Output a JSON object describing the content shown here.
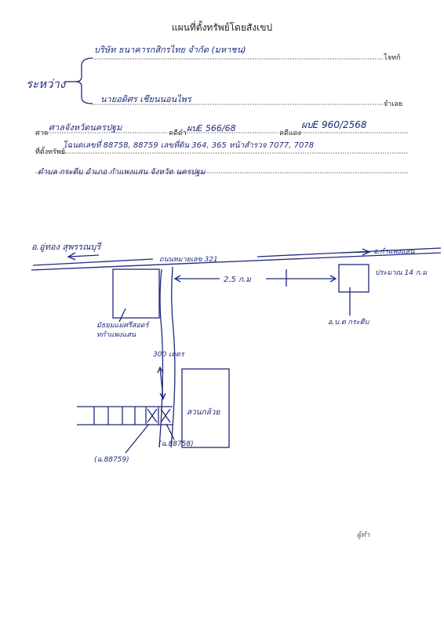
{
  "header": {
    "title": "แผนที่ตั้งทรัพย์โดยสังเขป",
    "between_label": "ระหว่าง",
    "plaintiff_label": "โจทก์",
    "defendant_label": "จำเลย",
    "court_label": "ศาล",
    "black_case_label": "คดีดำ",
    "red_case_label": "คดีแดง",
    "property_label": "ที่ตั้งทรัพย์"
  },
  "form_values": {
    "plaintiff": "บริษัท ธนาคารกสิกรไทย จำกัด (มหาชน)",
    "defendant": "นายอดิศร เชียนนอนไพร",
    "court": "ศาลจังหวัดนครปฐม",
    "black_case_no": "ผบE 566/68",
    "red_case_no": "ผบE 960/2568",
    "deed_line": "โฉนดเลขที่ 88758, 88759 เลขที่ดิน 364, 365 หน้าสำรวจ 7077, 7078",
    "location_line": "ตำบล กระตีบ อำเภอ กำแพงแสน จังหวัด นครปฐม"
  },
  "map": {
    "to_left": "อ.อู่ทอง สุพรรณบุรี",
    "to_right": "อ.กำแพงแสน",
    "road": "ถนนหมายเลข 321",
    "distance_top": "2.5 ก.ม",
    "distance_right": "ประมาณ 14 ก.ม",
    "market": "อ.บ.ต กระตีบ",
    "school": "มัธยมแม่ศรีสอดร์ทกำแพงแสน",
    "side_distance": "300 เมตร",
    "orchard": "สวนกล้วย",
    "deed_a": "(ฉ.88759)",
    "deed_b": "(ฉ.88758)"
  },
  "footer": {
    "signature": "ผู้ทำ"
  }
}
